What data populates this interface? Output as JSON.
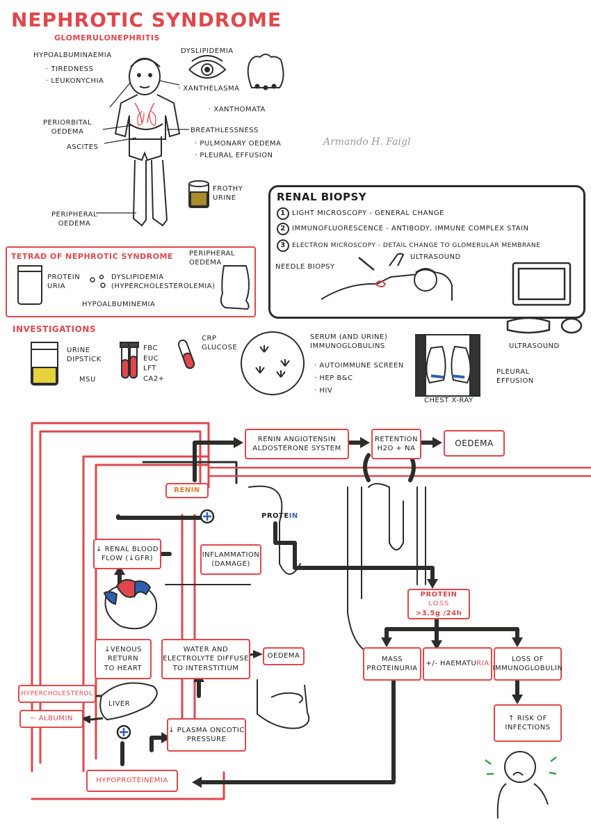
{
  "header": {
    "title": "NEPHROTIC SYNDROME",
    "subtitle": "GLOMERULONEPHRITIS",
    "signature": "Armando H. Faigl"
  },
  "clinical_features": {
    "hypoalbuminaemia": "HYPOALBUMINAEMIA",
    "tiredness": "· TIREDNESS",
    "leukonychia": "· LEUKONYCHIA",
    "dyslipidemia": "DYSLIPIDEMIA",
    "xanthelasma": "· XANTHELASMA",
    "xanthomata": "· XANTHOMATA",
    "periorbital": "PERIORBITAL\nOEDEMA",
    "ascites": "ASCITES",
    "breathlessness": "BREATHLESSNESS",
    "pulmonary": "· PULMONARY OEDEMA",
    "pleural": "· PLEURAL EFFUSION",
    "frothy": "FROTHY\nURINE",
    "peripheral": "PERIPHERAL\nOEDEMA"
  },
  "renal_biopsy": {
    "title": "RENAL BIOPSY",
    "items": [
      {
        "num": "1",
        "text": "LIGHT MICROSCOPY - GENERAL CHANGE"
      },
      {
        "num": "2",
        "text": "IMMUNOFLUORESCENCE - ANTIBODY, IMMUNE COMPLEX STAIN"
      },
      {
        "num": "3",
        "text": "ELECTRON MICROSCOPY - DETAIL CHANGE TO GLOMERULAR MEMBRANE"
      }
    ],
    "needle": "NEEDLE BIOPSY",
    "ultrasound": "ULTRASOUND"
  },
  "tetrad": {
    "title": "TETRAD OF NEPHROTIC SYNDROME",
    "proteinuria": "PROTEIN\nURIA",
    "dyslipidemia": "DYSLIPIDEMIA",
    "hyperchol": "(HYPERCHOLESTEROLEMIA)",
    "hypoalb": "HYPOALBUMINEMIA",
    "peripheral": "PERIPHERAL\nOEDEMA"
  },
  "investigations": {
    "title": "INVESTIGATIONS",
    "urine": "URINE\nDIPSTICK",
    "msu": "MSU",
    "bloods": "FBC\nEUC\nLFT\nCa2+",
    "crp": "CRP\nGLUCOSE",
    "serum": "SERUM (AND URINE)\nIMMUNOGLOBULINS",
    "autoimmune": "· AUTOIMMUNE SCREEN",
    "hep": "· HEP B&C",
    "hiv": "· HIV",
    "pleural": "PLEURAL\nEFFUSION",
    "cxr": "CHEST X-RAY",
    "ultrasound": "ULTRASOUND"
  },
  "pathway": {
    "raas": "RENIN ANGIOTENSIN\nALDOSTERONE SYSTEM",
    "retention_a": "RETENTION",
    "retention_b": "H2O + Na",
    "oedema_top": "OEDEMA",
    "renin": "RENIN",
    "protein_a": "PROTE",
    "protein_b": "IN",
    "renal_flow": "↓ RENAL BLOOD\nFLOW (↓GFR)",
    "inflammation": "INFLAMMATION\n(DAMAGE)",
    "protein_loss_a": "PROTEIN",
    "protein_loss_b": " LOSS",
    "protein_loss_c": ">3.5g /24h",
    "venous": "↓VENOUS\nRETURN\nTO HEART",
    "water": "WATER AND\nELECTROLYTE DIFFUSE\nTO INTERSTITIUM",
    "oedema_mid": "OEDEMA",
    "mass_a": "MASS",
    "mass_b": "PROTEINURIA",
    "haem_a": "+/- HAEMATU",
    "haem_b": "RIA",
    "immuno": "LOSS OF\nIMMUNOGLOBULIN",
    "hyperchol": "HYPERCHOLESTEROL",
    "albumin": "~ ALBUMIN",
    "liver": "LIVER",
    "plasma": "↓ PLASMA ONCOTIC\nPRESSURE",
    "hypoprot": "HYPOPROTEINEMIA",
    "infection": "↑ RISK OF\nINFECTIONS"
  },
  "colors": {
    "accent": "#e0474c",
    "ink": "#2a2d2a",
    "blue": "#2f5fae",
    "yellow": "#e6d23a"
  }
}
